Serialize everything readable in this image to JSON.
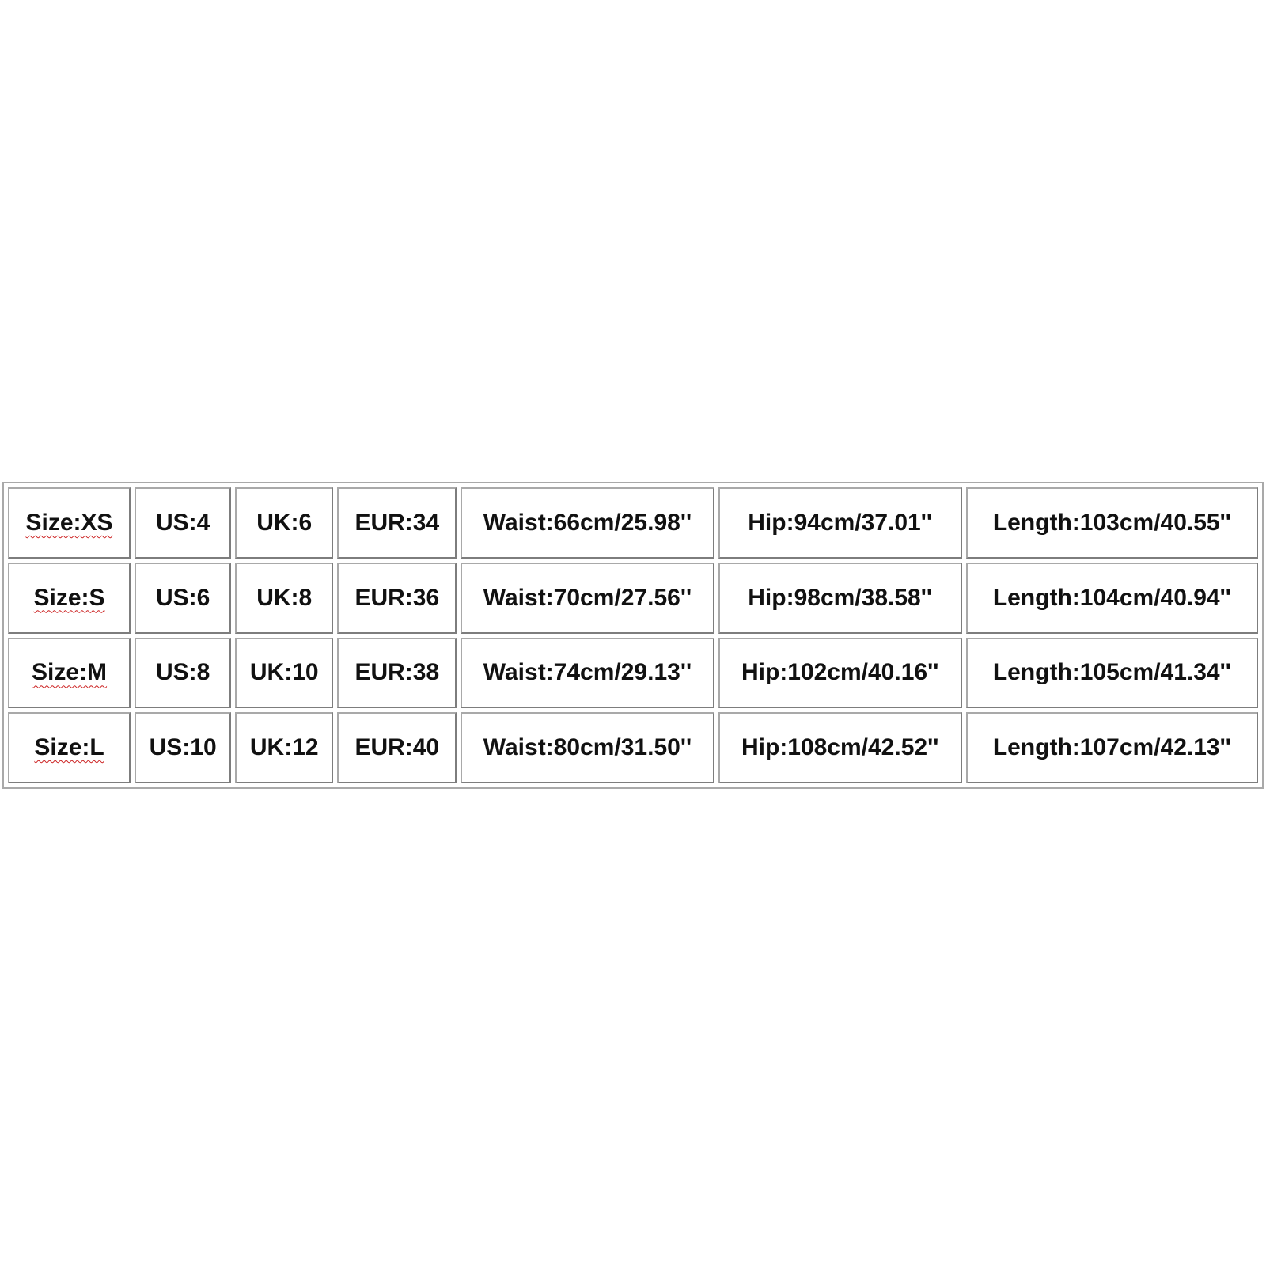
{
  "size_table": {
    "rows": [
      [
        "Size:XS",
        "US:4",
        "UK:6",
        "EUR:34",
        "Waist:66cm/25.98''",
        "Hip:94cm/37.01''",
        "Length:103cm/40.55''"
      ],
      [
        "Size:S",
        "US:6",
        "UK:8",
        "EUR:36",
        "Waist:70cm/27.56''",
        "Hip:98cm/38.58''",
        "Length:104cm/40.94''"
      ],
      [
        "Size:M",
        "US:8",
        "UK:10",
        "EUR:38",
        "Waist:74cm/29.13''",
        "Hip:102cm/40.16''",
        "Length:105cm/41.34''"
      ],
      [
        "Size:L",
        "US:10",
        "UK:12",
        "EUR:40",
        "Waist:80cm/31.50''",
        "Hip:108cm/42.52''",
        "Length:107cm/42.13''"
      ]
    ]
  },
  "colors": {
    "border": "#a9a9a9",
    "text": "#111111",
    "spellcheck_underline": "#cc2222"
  }
}
